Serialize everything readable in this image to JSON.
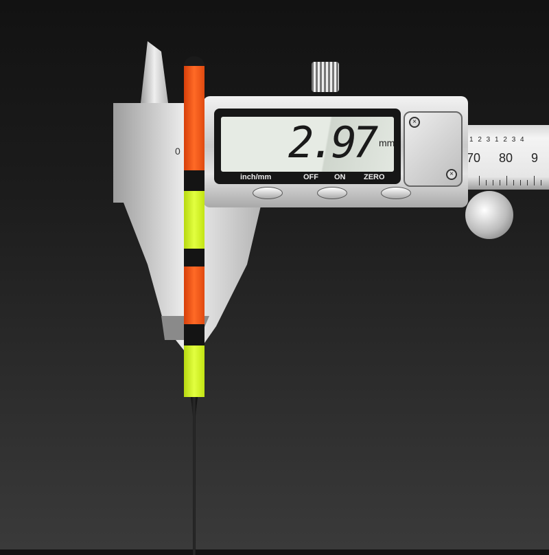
{
  "display": {
    "reading": "2.97",
    "unit": "mm"
  },
  "buttons": [
    {
      "label": "inch/mm"
    },
    {
      "label": "OFF"
    },
    {
      "label": "ON"
    },
    {
      "label": "ZERO"
    }
  ],
  "scale": {
    "minor_top": "1 2 3 1 2 3 4",
    "major": "70 80 9",
    "inline_digit": "3",
    "jaw_mark": "0"
  },
  "colors": {
    "orange": "#ff5a1a",
    "yellow": "#d8ff1a",
    "black": "#141414"
  }
}
